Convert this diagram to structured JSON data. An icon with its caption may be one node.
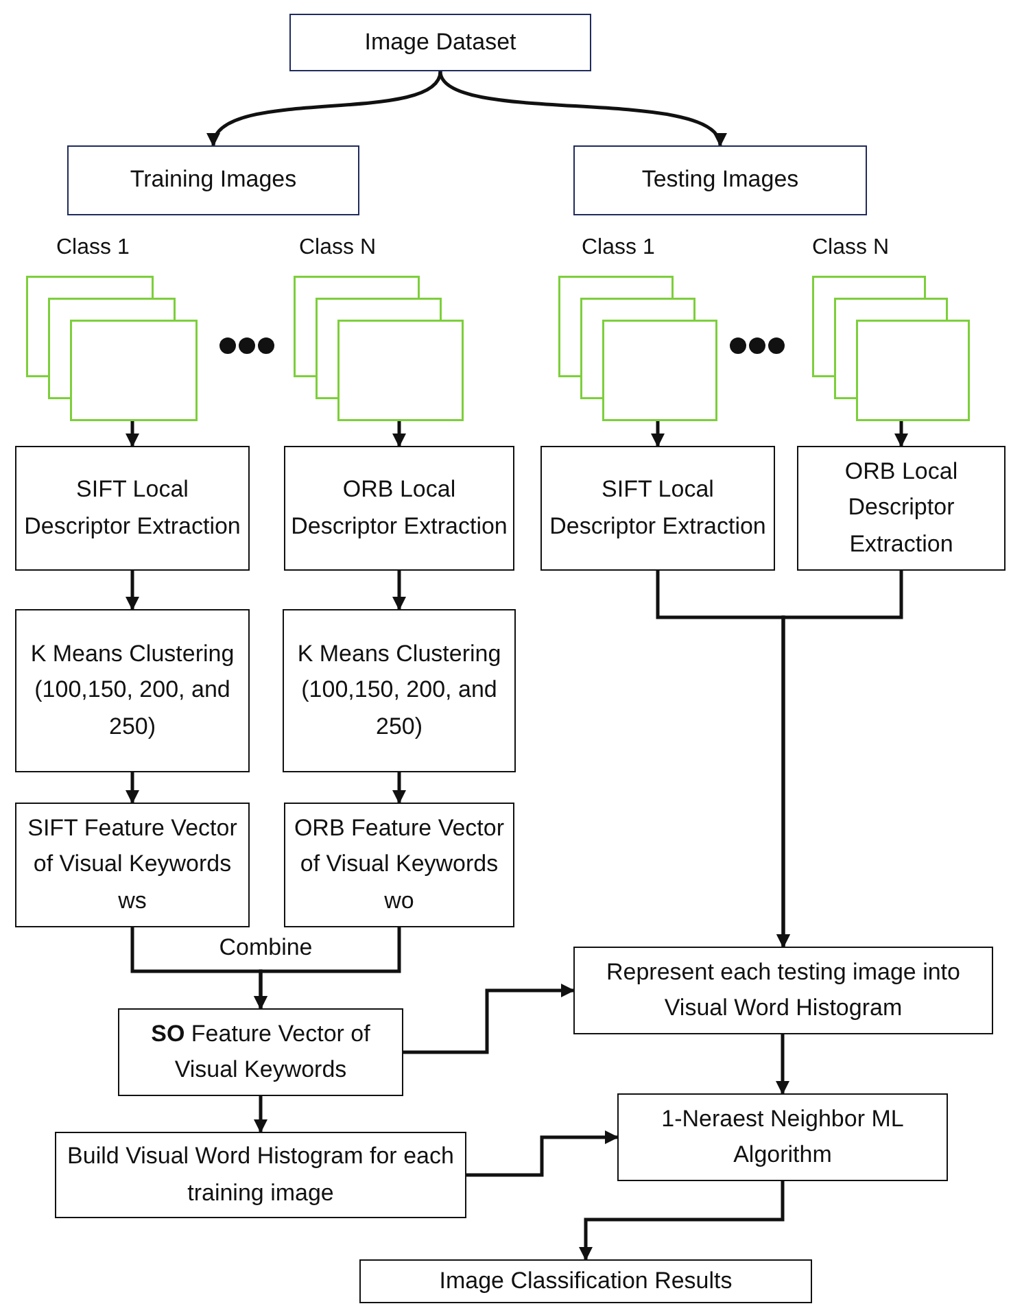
{
  "diagram": {
    "nodes": [
      {
        "text": [
          "Image Dataset"
        ]
      },
      {
        "text": [
          "Training Images"
        ]
      },
      {
        "text": [
          "Testing Images"
        ]
      },
      {
        "text": [
          "Class 1"
        ]
      },
      {
        "text": [
          "Class N"
        ]
      },
      {
        "text": [
          "Class 1"
        ]
      },
      {
        "text": [
          "Class N"
        ]
      },
      {
        "text": [
          "SIFT Local Descriptor Extraction"
        ]
      },
      {
        "text": [
          "ORB Local Descriptor Extraction"
        ]
      },
      {
        "text": [
          "SIFT Local Descriptor Extraction"
        ]
      },
      {
        "text": [
          "ORB Local Descriptor Extraction"
        ]
      },
      {
        "text": [
          "K Means Clustering (100,150, 200, and 250)"
        ]
      },
      {
        "text": [
          "K Means Clustering (100,150, 200, and 250)"
        ]
      },
      {
        "text": [
          "SIFT Feature Vector of Visual Keywords ws"
        ]
      },
      {
        "text": [
          "ORB Feature Vector of Visual Keywords wo"
        ]
      },
      {
        "text": [
          "**SO** Feature Vector of Visual Keywords"
        ]
      },
      {
        "text": [
          "Represent each testing image into Visual Word Histogram"
        ]
      },
      {
        "text": [
          "Build Visual Word Histogram for each training image"
        ]
      },
      {
        "text": [
          "1-Neraest Neighbor ML Algorithm"
        ]
      },
      {
        "text": [
          "Image Classification Results"
        ]
      }
    ],
    "edges": [
      {
        "from": 0,
        "to": 1,
        "arrow": "to"
      },
      {
        "from": 0,
        "to": 2,
        "arrow": "to"
      },
      {
        "from": 3,
        "to": 7,
        "arrow": "to"
      },
      {
        "from": 4,
        "to": 8,
        "arrow": "to"
      },
      {
        "from": 5,
        "to": 9,
        "arrow": "to"
      },
      {
        "from": 6,
        "to": 10,
        "arrow": "to"
      },
      {
        "from": 7,
        "to": 11,
        "arrow": "to"
      },
      {
        "from": 8,
        "to": 12,
        "arrow": "to"
      },
      {
        "from": 11,
        "to": 13,
        "arrow": "to"
      },
      {
        "from": 12,
        "to": 14,
        "arrow": "to"
      },
      {
        "from": 13,
        "to": 15,
        "arrow": "to",
        "label": "Combine"
      },
      {
        "from": 14,
        "to": 15,
        "arrow": "to"
      },
      {
        "from": 9,
        "to": 16,
        "arrow": "to"
      },
      {
        "from": 10,
        "to": 16,
        "arrow": "to"
      },
      {
        "from": 15,
        "to": 16,
        "arrow": "to"
      },
      {
        "from": 15,
        "to": 17,
        "arrow": "to"
      },
      {
        "from": 16,
        "to": 18,
        "arrow": "to"
      },
      {
        "from": 17,
        "to": 18,
        "arrow": "to"
      },
      {
        "from": 18,
        "to": 19,
        "arrow": "to"
      }
    ]
  }
}
